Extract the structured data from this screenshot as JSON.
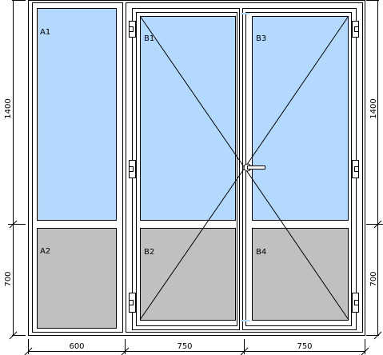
{
  "colors": {
    "glass": "#b3d9ff",
    "panel": "#c0c0c0",
    "frame": "#ffffff",
    "line": "#000000"
  },
  "panes": {
    "a1": "A1",
    "a2": "A2",
    "b1": "B1",
    "b2": "B2",
    "b3": "B3",
    "b4": "B4"
  },
  "dimensions": {
    "width_left": "600",
    "width_middle": "750",
    "width_right": "750",
    "height_top_left": "1400",
    "height_bottom_left": "700",
    "height_top_right": "1400",
    "height_bottom_right": "700"
  }
}
